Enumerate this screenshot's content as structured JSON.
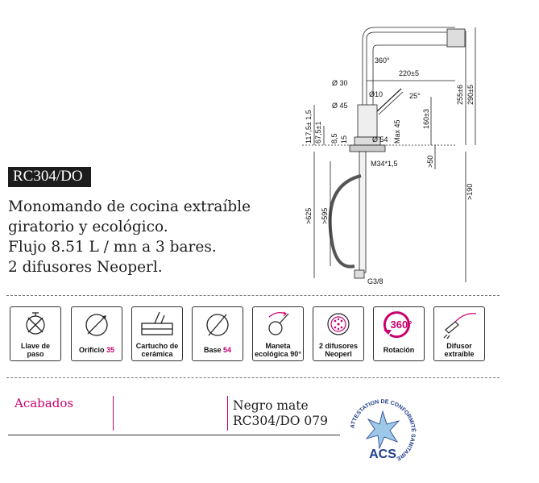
{
  "product": {
    "model_code": "RC304/DO",
    "description_lines": [
      "Monomando de cocina extraíble",
      "giratorio y ecológico.",
      "Flujo 8.51 L / mn a 3 bares.",
      "2 difusores Neoperl."
    ]
  },
  "diagram": {
    "dimensions": {
      "rotation": "360°",
      "reach": "220±5",
      "d30": "Ø 30",
      "d10": "Ø10",
      "angle": "25°",
      "d45": "Ø 45",
      "h117": "117,5± 1,5",
      "h67": "67,5±1",
      "h8": "8,5",
      "h15": "15",
      "h160": "160±3",
      "max45": "Max 45",
      "d54": "Ø 54",
      "thread": "M34*1,5",
      "h50": ">50",
      "h255": "255±6",
      "h290": "290±5",
      "h190": ">190",
      "h625": ">625",
      "h595": ">595",
      "g38": "G3/8"
    }
  },
  "features": [
    {
      "icon": "no-valve-icon",
      "label_lines": [
        "Llave de",
        "paso"
      ],
      "accent": ""
    },
    {
      "icon": "hole-diameter-icon",
      "label_lines": [
        "Orificio "
      ],
      "accent": "35"
    },
    {
      "icon": "ceramic-cartridge-icon",
      "label_lines": [
        "Cartucho de",
        "cerámica"
      ],
      "accent": ""
    },
    {
      "icon": "base-diameter-icon",
      "label_lines": [
        "Base "
      ],
      "accent": "54"
    },
    {
      "icon": "eco-handle-icon",
      "label_lines": [
        "Maneta",
        "ecológica 90°"
      ],
      "accent": ""
    },
    {
      "icon": "neoperl-diffuser-icon",
      "label_lines": [
        "2 difusores",
        "Neoperl"
      ],
      "accent": ""
    },
    {
      "icon": "rotation-360-icon",
      "label_lines": [
        "Rotación"
      ],
      "accent": "",
      "badge": "360°"
    },
    {
      "icon": "pullout-diffuser-icon",
      "label_lines": [
        "Difusor",
        "extraíble"
      ],
      "accent": ""
    }
  ],
  "finishes": {
    "heading": "Acabados",
    "name": "Negro mate",
    "code": "RC304/DO 079"
  },
  "certification": {
    "ring_text": "ATTESTATION DE CONFORMITÉ SANITAIRE",
    "mark": "ACS"
  },
  "colors": {
    "accent": "#c8006e",
    "acs_blue": "#1f3e8c",
    "badge_bg": "#1c1c1c"
  }
}
